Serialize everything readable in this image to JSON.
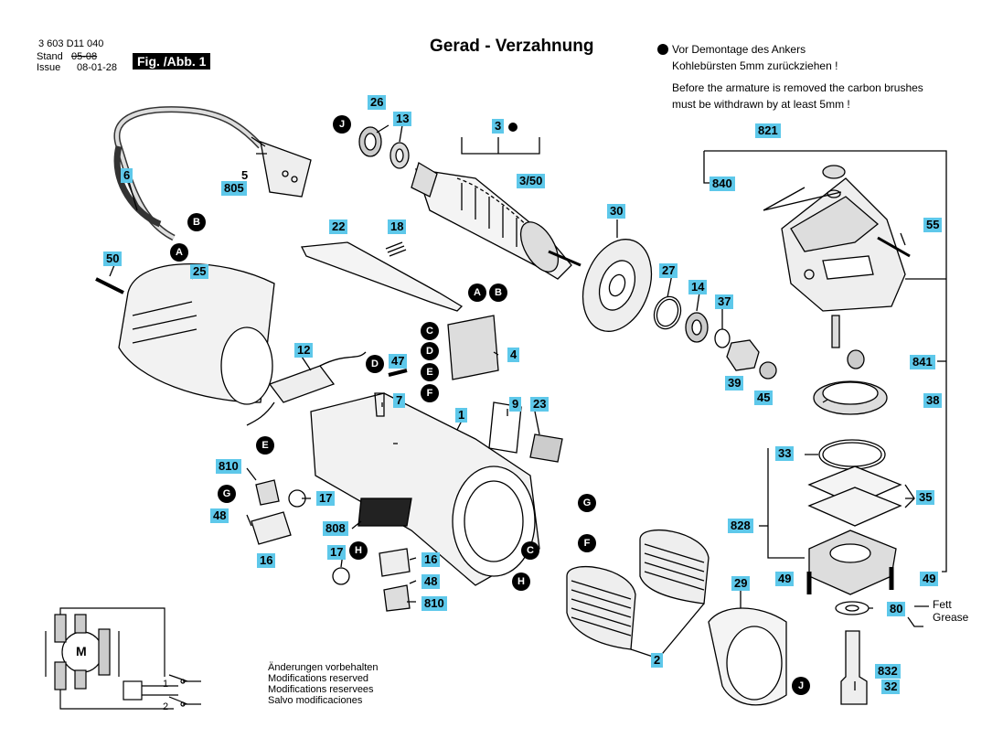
{
  "header": {
    "part_number": "3 603 D11 040",
    "stand_label": "Stand",
    "issue_label": "Issue",
    "stand_date": "05-08",
    "issue_date": "08-01-28",
    "fig_label": "Fig. /Abb. 1",
    "title": "Gerad - Verzahnung"
  },
  "note": {
    "line1": "Vor Demontage des Ankers",
    "line2": "Kohlebürsten 5mm zurückziehen !",
    "line3": "Before the armature is removed the carbon brushes",
    "line4": "must be withdrawn by at least 5mm !"
  },
  "grease": {
    "de": "Fett",
    "en": "Grease"
  },
  "footer": {
    "line1": "Änderungen vorbehalten",
    "line2": "Modifications reserved",
    "line3": "Modifications reservees",
    "line4": "Salvo modificaciones"
  },
  "parts": {
    "p26": "26",
    "p13": "13",
    "p3": "3",
    "p3_50": "3/50",
    "p6": "6",
    "p5": "5",
    "p805": "805",
    "p22": "22",
    "p18": "18",
    "p30": "30",
    "p821": "821",
    "p840": "840",
    "p55": "55",
    "p50": "50",
    "p25": "25",
    "p27": "27",
    "p14": "14",
    "p37": "37",
    "p4": "4",
    "p12": "12",
    "p47": "47",
    "p7": "7",
    "p39": "39",
    "p45": "45",
    "p841": "841",
    "p38": "38",
    "p1": "1",
    "p9": "9",
    "p23": "23",
    "p33": "33",
    "p35": "35",
    "p810a": "810",
    "p17a": "17",
    "p48a": "48",
    "p808": "808",
    "p828": "828",
    "p16a": "16",
    "p17b": "17",
    "p16b": "16",
    "p48b": "48",
    "p810b": "810",
    "p29": "29",
    "p49a": "49",
    "p49b": "49",
    "p80": "80",
    "p2": "2",
    "p832": "832",
    "p32": "32",
    "motor_m": "M"
  },
  "callouts": {
    "A1": "A",
    "B1": "B",
    "A2": "A",
    "B2": "B",
    "C1": "C",
    "D1": "D",
    "E1": "E",
    "F1": "F",
    "D2": "D",
    "E2": "E",
    "G1": "G",
    "H1": "H",
    "J1": "J",
    "G2": "G",
    "F2": "F",
    "C2": "C",
    "H2": "H",
    "J2": "J"
  },
  "wiring": {
    "sw1": "1",
    "sw2": "2"
  }
}
